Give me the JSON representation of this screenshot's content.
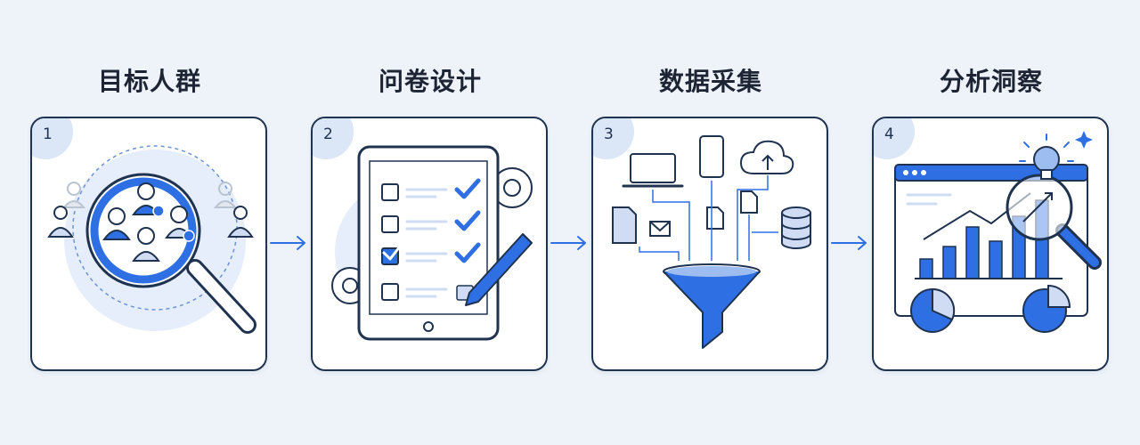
{
  "steps": [
    {
      "number": "1",
      "title": "目标人群",
      "icon": "target-audience-magnifier-icon"
    },
    {
      "number": "2",
      "title": "问卷设计",
      "icon": "questionnaire-tablet-icon"
    },
    {
      "number": "3",
      "title": "数据采集",
      "icon": "data-collection-funnel-icon"
    },
    {
      "number": "4",
      "title": "分析洞察",
      "icon": "analysis-insight-dashboard-icon"
    }
  ],
  "colors": {
    "accent": "#2f6fe4",
    "outline": "#1f3350",
    "tint": "#dbe6f6",
    "background": "#eef3fa"
  }
}
